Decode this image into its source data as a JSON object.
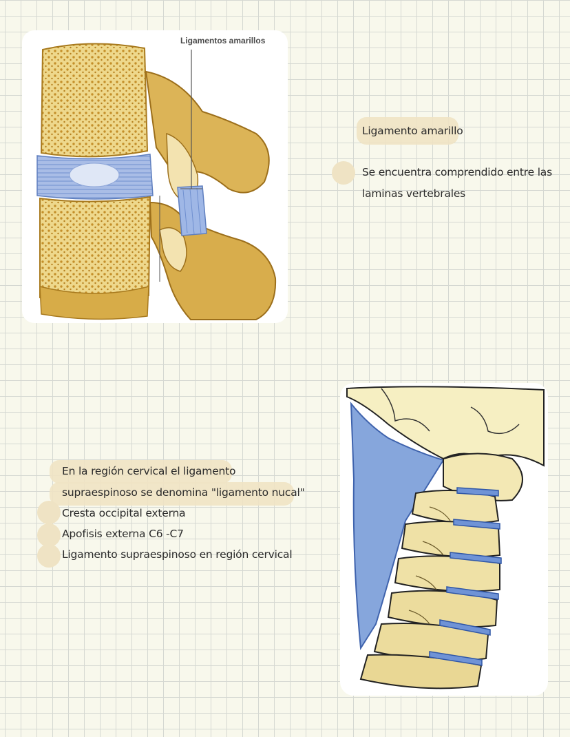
{
  "figure_top": {
    "label": "Ligamentos amarillos"
  },
  "note_top": {
    "title": "Ligamento amarillo",
    "body_line1": "Se encuentra comprendido entre las",
    "body_line2": "laminas vertebrales"
  },
  "note_bottom": {
    "intro_line1": "En la región cervical el ligamento",
    "intro_line2": "supraespinoso se denomina \"ligamento nucal\"",
    "items": [
      "Cresta occipital externa",
      "Apofisis externa C6 -C7",
      "Ligamento supraespinoso en región cervical"
    ]
  },
  "colors": {
    "bone": "#d9b45a",
    "cancellous": "#e8cf7a",
    "ligament_blue": "#7f9fd8",
    "highlight": "#efe3c4",
    "skull": "#f6efc2"
  }
}
